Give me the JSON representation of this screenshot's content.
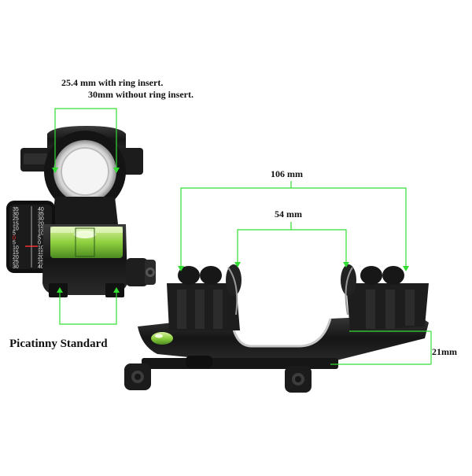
{
  "annotations": {
    "ring_insert_line1": "25.4 mm with ring insert.",
    "ring_insert_line2": "30mm without ring insert.",
    "length_total": "106 mm",
    "ring_spacing": "54 mm",
    "height": "21mm",
    "rail_standard": "Picatinny Standard"
  },
  "scale_numbers": {
    "left_column": [
      "35",
      "30",
      "25",
      "15",
      "10",
      "5",
      "0",
      "5",
      "10",
      "15",
      "20",
      "25",
      "30"
    ],
    "right_column": [
      "40",
      "35",
      "30",
      "20",
      "15",
      "10",
      "5",
      "0",
      "10",
      "15",
      "20",
      "25",
      "40"
    ]
  },
  "colors": {
    "dimension_line": "#33dd33",
    "metal": "#1a1a1a",
    "bubble_level": "#7fcf3a",
    "background": "#ffffff"
  }
}
